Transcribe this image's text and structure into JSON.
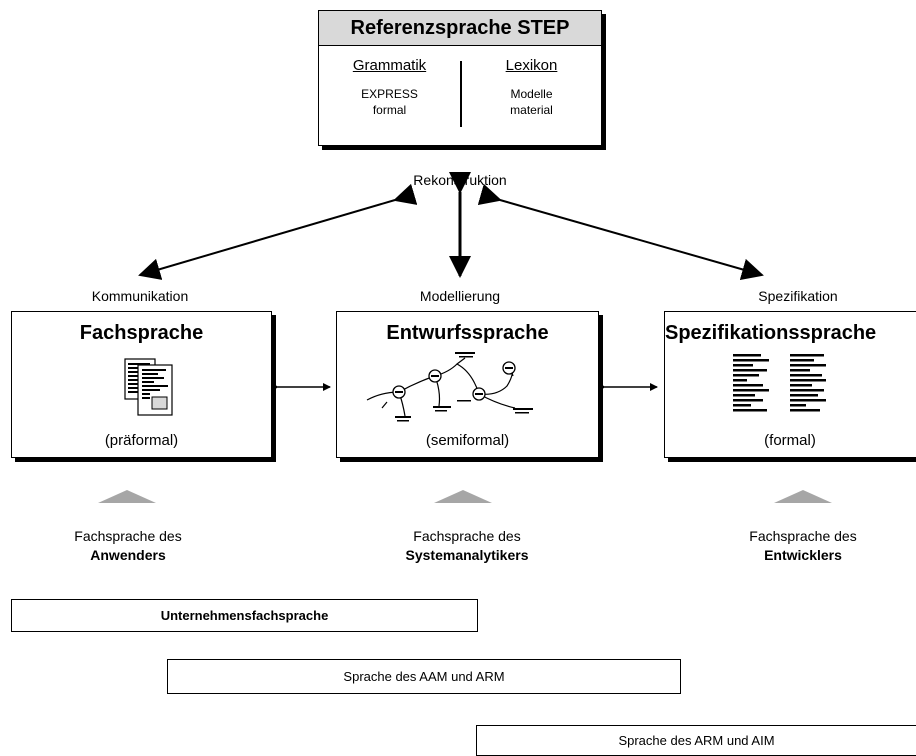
{
  "step_box": {
    "title": "Referenzsprache STEP",
    "grammar_heading": "Grammatik",
    "grammar_line1": "EXPRESS",
    "grammar_line2": "formal",
    "lexicon_heading": "Lexikon",
    "lexicon_line1": "Modelle",
    "lexicon_line2": "material"
  },
  "reconstruction_label": "Rekonstruktion",
  "columns": [
    {
      "role_label": "Kommunikation",
      "box_title": "Fachsprache",
      "box_subtitle": "(präformal)",
      "footer_line1": "Fachsprache des",
      "footer_line2": "Anwenders"
    },
    {
      "role_label": "Modellierung",
      "box_title": "Entwurfssprache",
      "box_subtitle": "(semiformal)",
      "footer_line1": "Fachsprache des",
      "footer_line2": "Systemanalytikers"
    },
    {
      "role_label": "Spezifikation",
      "box_title": "Spezifikationssprache",
      "box_subtitle": "(formal)",
      "footer_line1": "Fachsprache des",
      "footer_line2": "Entwicklers"
    }
  ],
  "bars": [
    {
      "label": "Unternehmensfachsprache"
    },
    {
      "label": "Sprache des AAM und ARM"
    },
    {
      "label": "Sprache des ARM und AIM"
    }
  ],
  "colors": {
    "box_header": "#d9d9d9",
    "triangle": "#a6a6a6",
    "line": "#000000"
  },
  "icons": [
    "document-stack-icon",
    "entity-network-icon",
    "specification-text-icon"
  ]
}
